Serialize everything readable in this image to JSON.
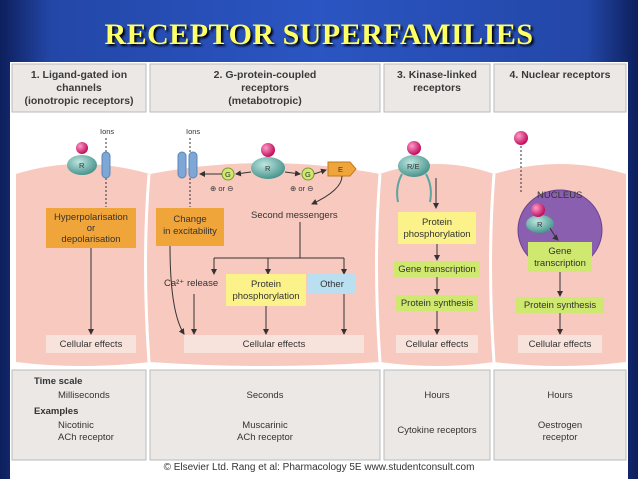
{
  "title": "RECEPTOR SUPERFAMILIES",
  "columns": {
    "c1": {
      "h1": "1. Ligand-gated ion",
      "h2": "channels",
      "h3": "(ionotropic receptors)"
    },
    "c2": {
      "h1": "2. G-protein-coupled",
      "h2": "receptors",
      "h3": "(metabotropic)"
    },
    "c3": {
      "h1": "3. Kinase-linked",
      "h2": "receptors"
    },
    "c4": {
      "h1": "4. Nuclear receptors"
    }
  },
  "diagram": {
    "ions1": "Ions",
    "ions2": "Ions",
    "r1": "R",
    "r2": "R",
    "re": "R/E",
    "r4": "R",
    "g_left": "G",
    "g_right": "G",
    "e": "E",
    "plusminus_left": "⊕ or ⊖",
    "plusminus_right": "⊕ or ⊖",
    "hyper1": "Hyperpolarisation",
    "hyper2": "or",
    "hyper3": "depolarisation",
    "change1": "Change",
    "change2": "in excitability",
    "second_messengers": "Second messengers",
    "ca_release": "Ca²⁺ release",
    "prot_phos_a": "Protein",
    "prot_phos_b": "phosphorylation",
    "other": "Other",
    "kin_prot_a": "Protein",
    "kin_prot_b": "phosphorylation",
    "gene_transcription": "Gene transcription",
    "protein_synthesis_3": "Protein synthesis",
    "nucleus": "NUCLEUS",
    "gene_a": "Gene",
    "gene_b": "transcription",
    "protein_synthesis_4": "Protein synthesis",
    "cell_effects_1": "Cellular effects",
    "cell_effects_2": "Cellular effects",
    "cell_effects_3": "Cellular effects",
    "cell_effects_4": "Cellular effects"
  },
  "table": {
    "time_scale": "Time scale",
    "examples": "Examples",
    "t1": "Milliseconds",
    "t2": "Seconds",
    "t3": "Hours",
    "t4": "Hours",
    "e1a": "Nicotinic",
    "e1b": "ACh receptor",
    "e2a": "Muscarinic",
    "e2b": "ACh receptor",
    "e3": "Cytokine receptors",
    "e4a": "Oestrogen",
    "e4b": "receptor"
  },
  "credit": "© Elsevier Ltd. Rang et al: Pharmacology 5E www.studentconsult.com",
  "colors": {
    "title": "#ffff66",
    "background": "#2b55c2",
    "cell": "#f7c9bf",
    "orange_box": "#f0a53a",
    "yellow_box": "#fbf28a",
    "green_box": "#cfe870",
    "blue_box": "#b9dff0",
    "nucleus": "#8a5fb0",
    "receptor": "#5aa6a0",
    "ligand": "#d9247a"
  }
}
